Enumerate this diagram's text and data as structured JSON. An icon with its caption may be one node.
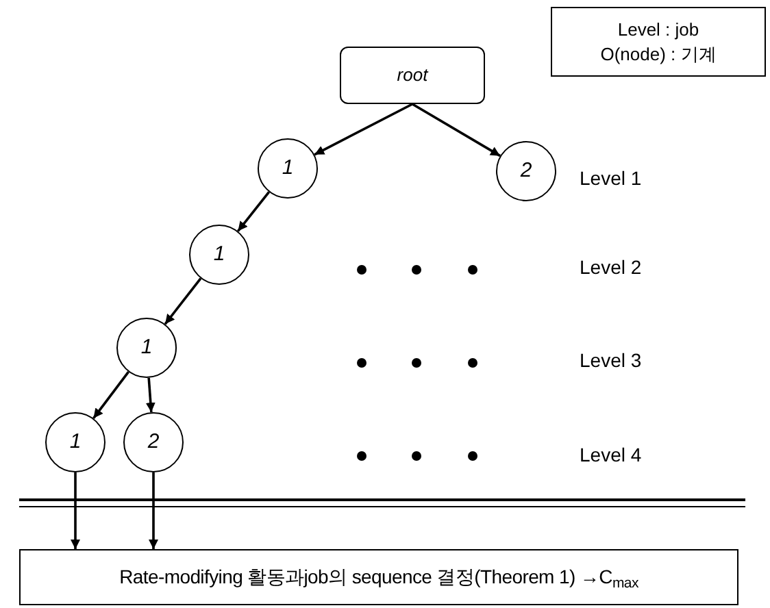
{
  "diagram": {
    "nodes": [
      {
        "text": [
          "Level : job",
          "O(node) : 기계"
        ]
      },
      {
        "text": [
          "root"
        ]
      },
      {
        "text": [
          "1"
        ]
      },
      {
        "text": [
          "2"
        ]
      },
      {
        "text": [
          "1"
        ]
      },
      {
        "text": [
          "1"
        ]
      },
      {
        "text": [
          "1"
        ]
      },
      {
        "text": [
          "2"
        ]
      },
      {
        "text": [
          "Rate-modifying 활동과job의 sequence 결정(Theorem 1) →C$_{max}$"
        ]
      }
    ],
    "edges": [
      {
        "from": 1,
        "to": 2,
        "arrow": "to"
      },
      {
        "from": 1,
        "to": 3,
        "arrow": "to"
      },
      {
        "from": 2,
        "to": 4,
        "arrow": "to"
      },
      {
        "from": 4,
        "to": 5,
        "arrow": "to"
      },
      {
        "from": 5,
        "to": 6,
        "arrow": "to"
      },
      {
        "from": 5,
        "to": 7,
        "arrow": "to"
      },
      {
        "from": 6,
        "to": 8,
        "arrow": "to"
      },
      {
        "from": 7,
        "to": 8,
        "arrow": "to"
      }
    ],
    "labels": [
      "Level 1",
      "Level 2",
      "Level 3",
      "Level 4"
    ]
  }
}
